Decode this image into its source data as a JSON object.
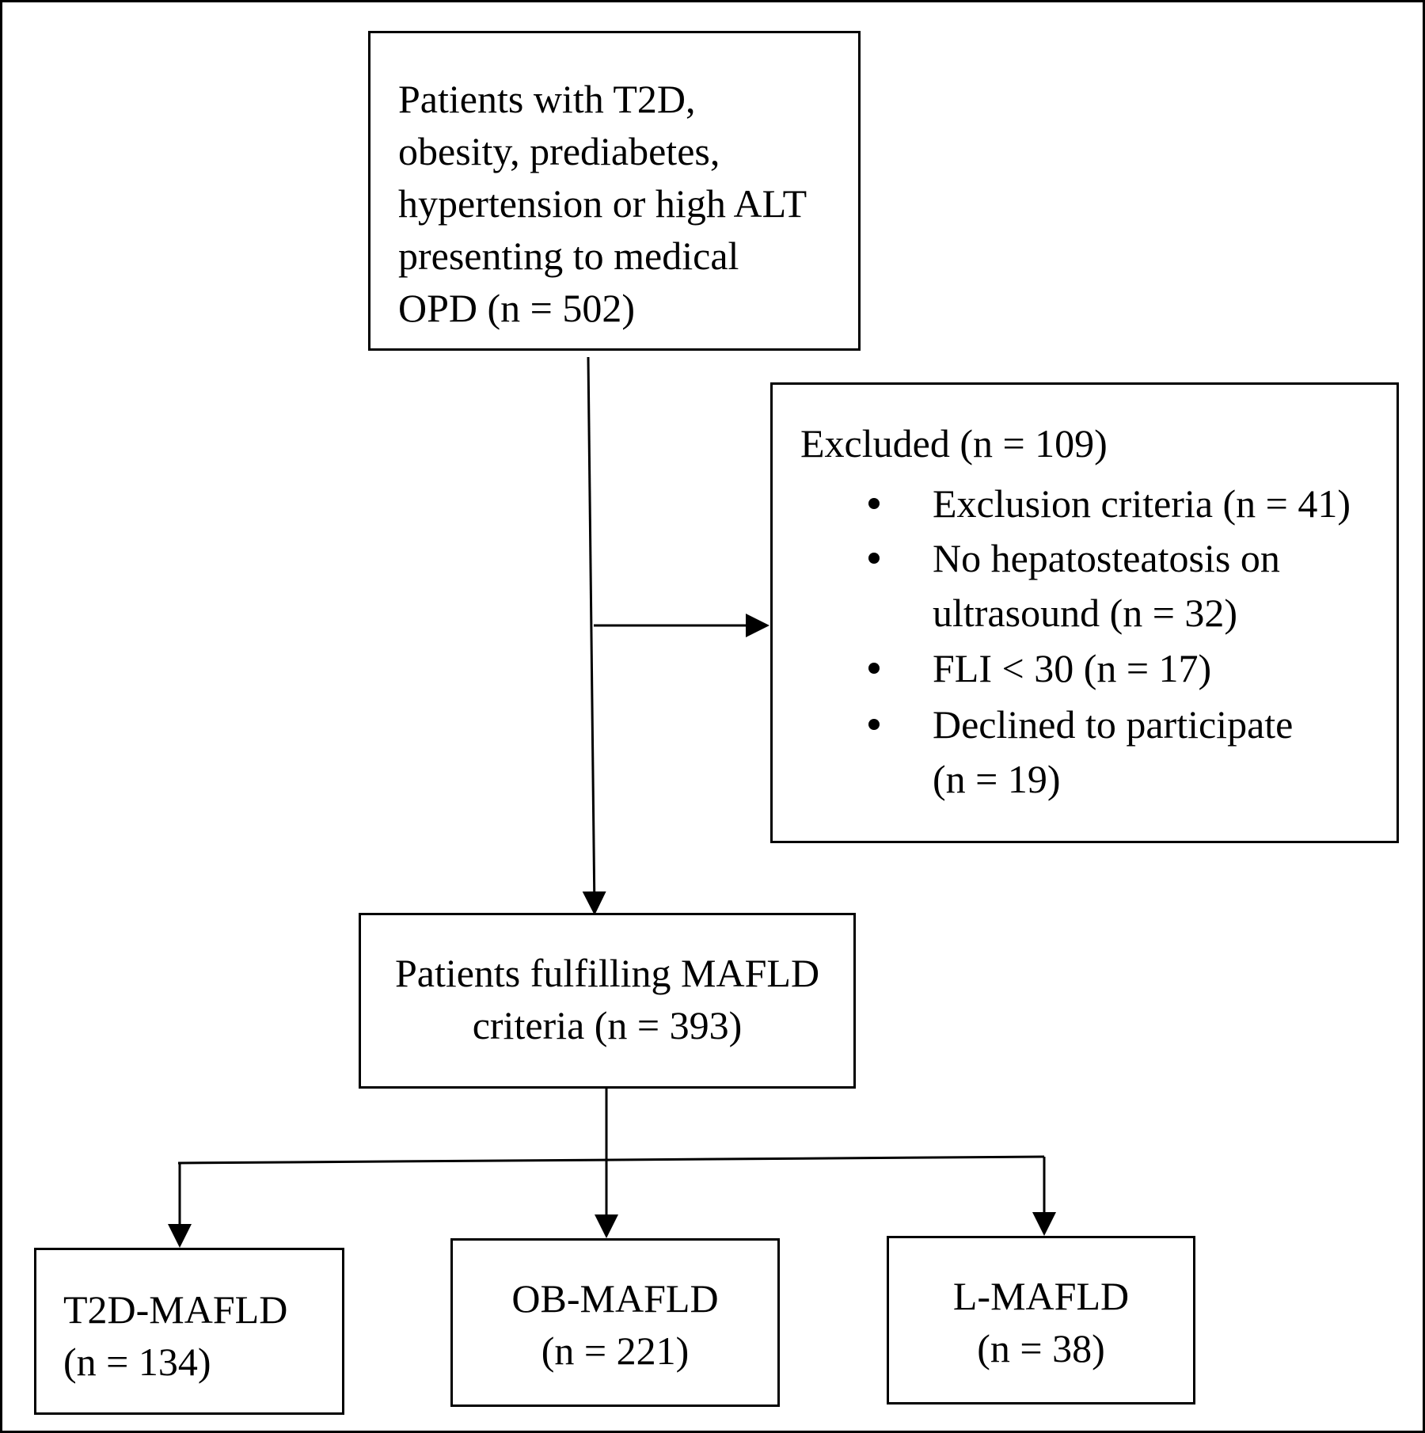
{
  "start": {
    "lines": [
      "Patients with T2D,",
      "obesity, prediabetes,",
      "hypertension or high ALT",
      "presenting to medical",
      "OPD (n = 502)"
    ]
  },
  "excluded": {
    "title": "Excluded (n = 109)",
    "items": [
      {
        "lines": [
          "Exclusion criteria (n = 41)"
        ]
      },
      {
        "lines": [
          "No hepatosteatosis on",
          "ultrasound  (n = 32)"
        ]
      },
      {
        "lines": [
          "FLI < 30 (n = 17)"
        ]
      },
      {
        "lines": [
          "Declined to participate",
          "(n = 19)"
        ]
      }
    ]
  },
  "mafld": {
    "lines": [
      "Patients fulfilling MAFLD",
      "criteria (n = 393)"
    ]
  },
  "groups": [
    {
      "label": "T2D-MAFLD",
      "count": "(n = 134)"
    },
    {
      "label": "OB-MAFLD",
      "count": "(n = 221)"
    },
    {
      "label": "L-MAFLD",
      "count": "(n = 38)"
    }
  ]
}
